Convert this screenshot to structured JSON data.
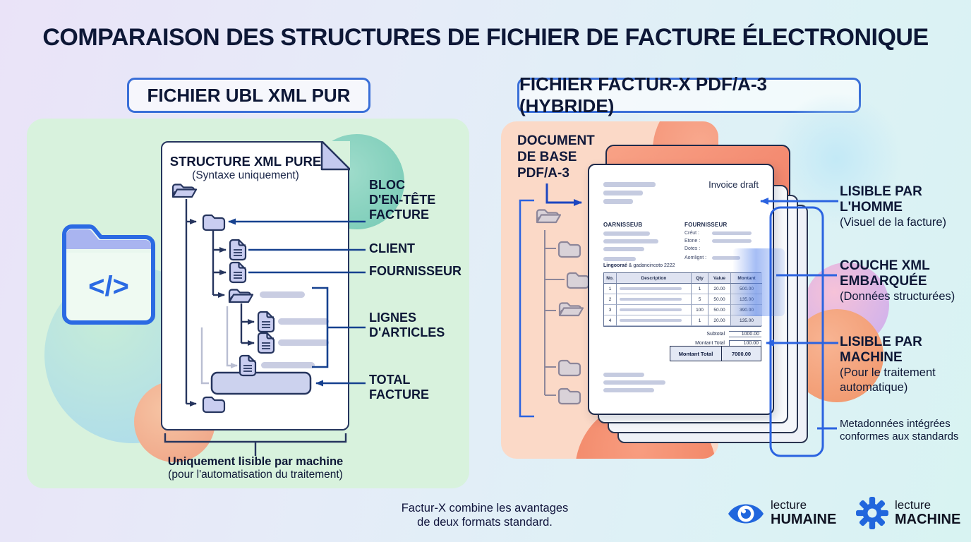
{
  "colors": {
    "accent_blue": "#2b63e0",
    "navy": "#0d1736",
    "mint_panel": "#d8f2dd",
    "peach_panel": "#fbd9c7",
    "coral_doc": "#f2836a",
    "icon_blue": "#2166dd"
  },
  "title": "COMPARAISON DES STRUCTURES DE FICHIER DE FACTURE ÉLECTRONIQUE",
  "left_panel": {
    "header": "FICHIER UBL XML PUR",
    "doc_title": "STRUCTURE XML PURE",
    "doc_subtitle": "(Syntaxe uniquement)",
    "code_icon": "</>",
    "callouts": {
      "bloc": {
        "lines": [
          "BLOC",
          "D'EN-TÊTE",
          "FACTURE"
        ]
      },
      "client": {
        "label": "CLIENT"
      },
      "fournisseur": {
        "label": "FOURNISSEUR"
      },
      "lignes": {
        "lines": [
          "LIGNES",
          "D'ARTICLES"
        ]
      },
      "total": {
        "lines": [
          "TOTAL",
          "FACTURE"
        ]
      }
    },
    "caption_bold": "Uniquement lisible par machine",
    "caption_normal": "(pour l'automatisation du traitement)"
  },
  "right_panel": {
    "header": "FICHIER FACTUR-X PDF/A-3 (HYBRIDE)",
    "base_doc_label": {
      "lines": [
        "DOCUMENT",
        "DE BASE",
        "PDF/A-3"
      ]
    },
    "invoice": {
      "title": "Invoice draft",
      "left_col_header": "OARNISSEUB",
      "right_col_header": "FOURNISSEUR",
      "right_col_fields": [
        "Créut :",
        "Etone :",
        "Dotes :",
        "Aomlignt :"
      ],
      "table_caption_bold": "Lingooraé",
      "table_caption_rest": " & gadancincoto 2222",
      "table": {
        "headers": [
          "No.",
          "Description",
          "Qty",
          "Value",
          "Montant"
        ],
        "rows": [
          {
            "no": "1",
            "qty": "1",
            "value": "20.00",
            "amount": "500.00"
          },
          {
            "no": "2",
            "qty": "5",
            "value": "50.00",
            "amount": "135.00"
          },
          {
            "no": "3",
            "qty": "100",
            "value": "50.00",
            "amount": "390.00"
          },
          {
            "no": "4",
            "qty": "1",
            "value": "20.00",
            "amount": "135.00"
          }
        ]
      },
      "subtotal_label": "Subtotal",
      "subtotal_value": "1000.00",
      "total_label": "Montant Total",
      "total_value": "100.00",
      "grand_total_label": "Montant Total",
      "grand_total_value": "7000.00"
    },
    "callouts": {
      "homme": {
        "lines": [
          "LISIBLE PAR",
          "L'HOMME"
        ],
        "sub": "(Visuel de la facture)"
      },
      "couche": {
        "lines": [
          "COUCHE XML",
          "EMBARQUÉE"
        ],
        "sub": "(Données structurées)"
      },
      "machine": {
        "lines": [
          "LISIBLE PAR",
          "MACHINE"
        ],
        "sub_lines": [
          "(Pour le traitement",
          "automatique)"
        ]
      },
      "metadata": {
        "lines": [
          "Metadonnées intégrées",
          "conformes aux standards"
        ]
      }
    }
  },
  "footer": {
    "note_lines": [
      "Factur-X combine les avantages",
      "de deux formats standard."
    ],
    "legend": [
      {
        "top": "lecture",
        "bottom": "HUMAINE",
        "icon": "eye-icon"
      },
      {
        "top": "lecture",
        "bottom": "MACHINE",
        "icon": "gear-icon"
      }
    ]
  }
}
